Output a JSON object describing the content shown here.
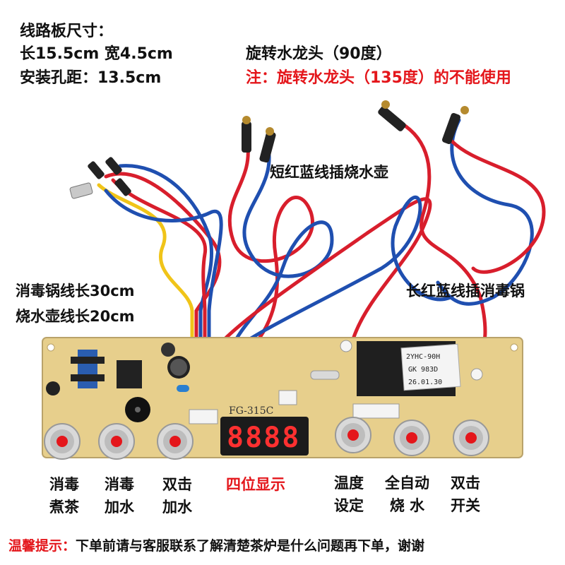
{
  "specs": {
    "line1": "线路板尺寸：",
    "line2": "长15.5cm 宽4.5cm",
    "line3": "安装孔距：13.5cm"
  },
  "faucet": {
    "note": "旋转水龙头（90度）",
    "warning": "注：旋转水龙头（135度）的不能使用"
  },
  "wires": {
    "short": "短红蓝线插烧水壶",
    "long": "长红蓝线插消毒锅",
    "lengths": [
      "消毒锅线长30cm",
      "烧水壶线长20cm"
    ]
  },
  "board": {
    "model": "FG-315C",
    "display": "8888",
    "relay_label": [
      "2YHC-90H",
      "GK 983D",
      "26.01.30"
    ]
  },
  "buttons": [
    {
      "line1": "消毒",
      "line2": "煮茶"
    },
    {
      "line1": "消毒",
      "line2": "加水"
    },
    {
      "line1": "双击",
      "line2": "加水"
    },
    {
      "line1": "四位显示",
      "line2": ""
    },
    {
      "line1": "温度",
      "line2": "设定"
    },
    {
      "line1": "全自动",
      "line2": "烧 水"
    },
    {
      "line1": "双击",
      "line2": "开关"
    }
  ],
  "tip": {
    "label": "温馨提示：",
    "text": "下单前请与客服联系了解清楚茶炉是什么问题再下单，谢谢"
  },
  "colors": {
    "board": "#e7cf8c",
    "wire_red": "#d81e2c",
    "wire_blue": "#1f4fb0",
    "wire_yellow": "#f0c419",
    "warning": "#e4161b",
    "led": "#ff3030"
  }
}
